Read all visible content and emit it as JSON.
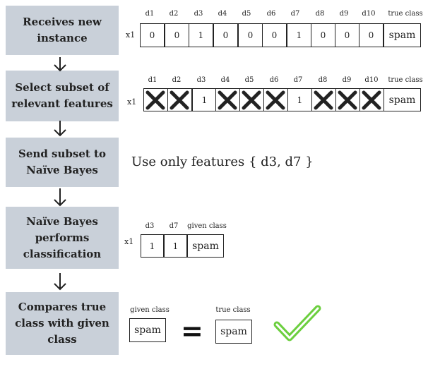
{
  "steps": [
    "Receives new instance",
    "Select subset of relevant features",
    "Send subset to Naïve Bayes",
    "Naïve Bayes performs classification",
    "Compares true class with given class"
  ],
  "instance_label": "x1",
  "feature_headers": [
    "d1",
    "d2",
    "d3",
    "d4",
    "d5",
    "d6",
    "d7",
    "d8",
    "d9",
    "d10"
  ],
  "true_class_header": "true class",
  "given_class_header": "given class",
  "row1_values": [
    "0",
    "0",
    "1",
    "0",
    "0",
    "0",
    "1",
    "0",
    "0",
    "0"
  ],
  "row1_class": "spam",
  "row2_values": [
    "",
    "",
    "1",
    "",
    "",
    "",
    "1",
    "",
    "",
    ""
  ],
  "row2_removed": [
    true,
    true,
    false,
    true,
    true,
    true,
    false,
    true,
    true,
    true
  ],
  "row2_class": "spam",
  "send_note": "Use only features { d3, d7 }",
  "nb_headers": [
    "d3",
    "d7"
  ],
  "nb_values": [
    "1",
    "1"
  ],
  "nb_class": "spam",
  "compare": {
    "given_header": "given class",
    "given_value": "spam",
    "equals": "=",
    "true_header": "true class",
    "true_value": "spam"
  },
  "colors": {
    "step_bg": "#c9d0d9",
    "check": "#6ccf3f",
    "cross": "#222222"
  },
  "icons": {
    "arrow": "arrow-down-icon",
    "cross": "cross-icon",
    "check": "checkmark-icon"
  }
}
